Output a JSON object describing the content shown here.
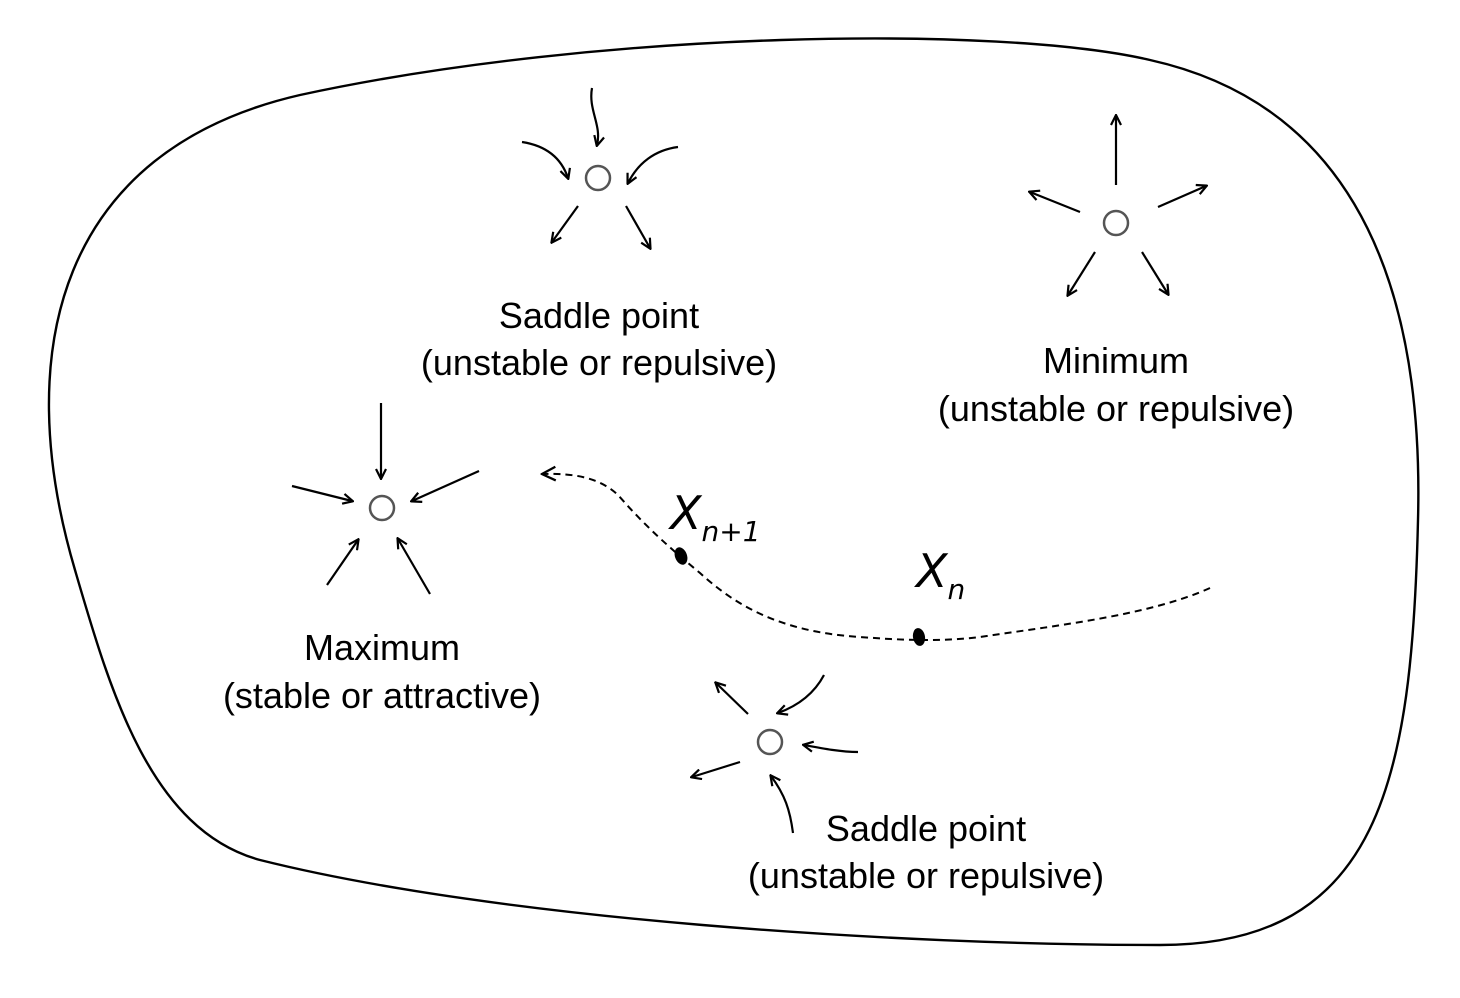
{
  "labels": {
    "saddle_top_line1": "Saddle point",
    "saddle_top_line2": "(unstable or repulsive)",
    "minimum_line1": "Minimum",
    "minimum_line2": "(unstable or repulsive)",
    "maximum_line1": "Maximum",
    "maximum_line2": "(stable or attractive)",
    "saddle_bottom_line1": "Saddle point",
    "saddle_bottom_line2": "(unstable or repulsive)",
    "x_next_base": "X",
    "x_next_sub": "n+1",
    "x_curr_base": "X",
    "x_curr_sub": "n"
  }
}
